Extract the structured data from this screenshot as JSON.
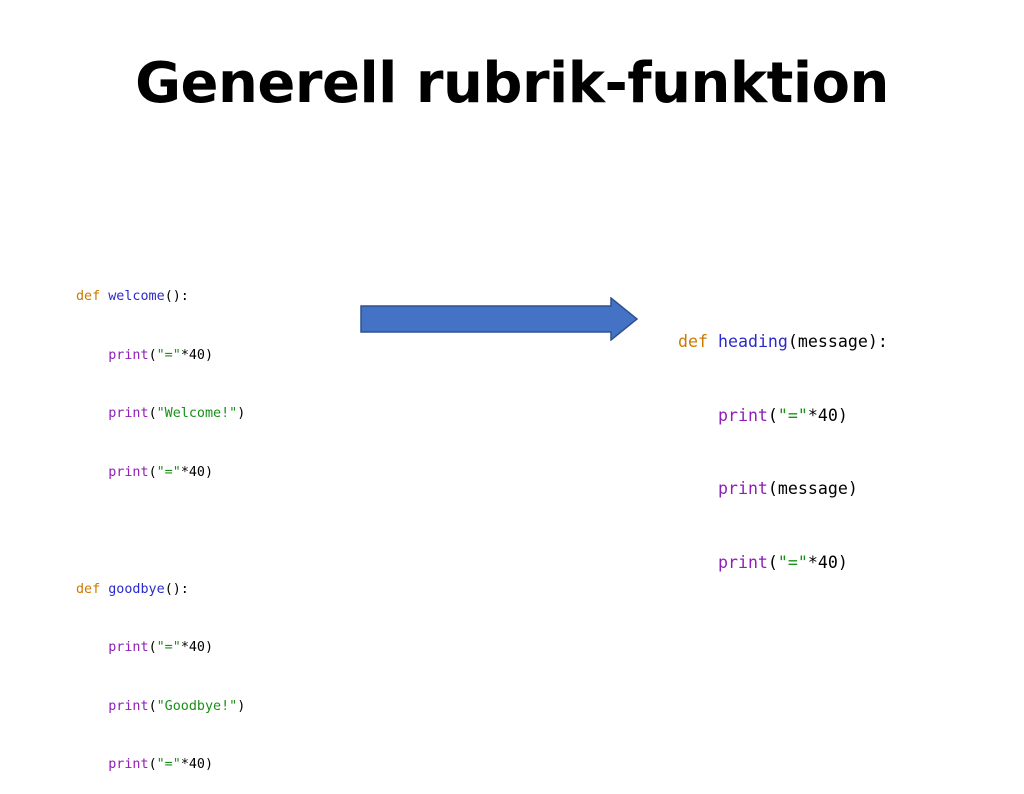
{
  "slide": {
    "title": "Generell rubrik-funktion"
  },
  "colors": {
    "keyword": "#cc7a00",
    "function_name": "#2a2acc",
    "builtin": "#8f1fb8",
    "string": "#1a8f1a",
    "arrow_fill": "#4472c4",
    "arrow_stroke": "#2f528f"
  },
  "left_code": {
    "welcome_def": {
      "keyword": "def",
      "name": "welcome",
      "rest": "():"
    },
    "welcome_lines": [
      {
        "indent": "    ",
        "builtin": "print",
        "open": "(",
        "string": "\"=\"",
        "tail": "*40)"
      },
      {
        "indent": "    ",
        "builtin": "print",
        "open": "(",
        "string": "\"Welcome!\"",
        "tail": ")"
      },
      {
        "indent": "    ",
        "builtin": "print",
        "open": "(",
        "string": "\"=\"",
        "tail": "*40)"
      }
    ],
    "goodbye_def": {
      "keyword": "def",
      "name": "goodbye",
      "rest": "():"
    },
    "goodbye_lines": [
      {
        "indent": "    ",
        "builtin": "print",
        "open": "(",
        "string": "\"=\"",
        "tail": "*40)"
      },
      {
        "indent": "    ",
        "builtin": "print",
        "open": "(",
        "string": "\"Goodbye!\"",
        "tail": ")"
      },
      {
        "indent": "    ",
        "builtin": "print",
        "open": "(",
        "string": "\"=\"",
        "tail": "*40)"
      }
    ]
  },
  "right_code": {
    "heading_def": {
      "keyword": "def",
      "name": "heading",
      "rest": "(message):"
    },
    "lines": [
      {
        "indent": "    ",
        "builtin": "print",
        "open": "(",
        "string": "\"=\"",
        "tail": "*40)"
      },
      {
        "indent": "    ",
        "builtin": "print",
        "open": "(message)",
        "string": "",
        "tail": ""
      },
      {
        "indent": "    ",
        "builtin": "print",
        "open": "(",
        "string": "\"=\"",
        "tail": "*40)"
      }
    ]
  },
  "arrow": {
    "icon": "right-arrow-icon"
  }
}
